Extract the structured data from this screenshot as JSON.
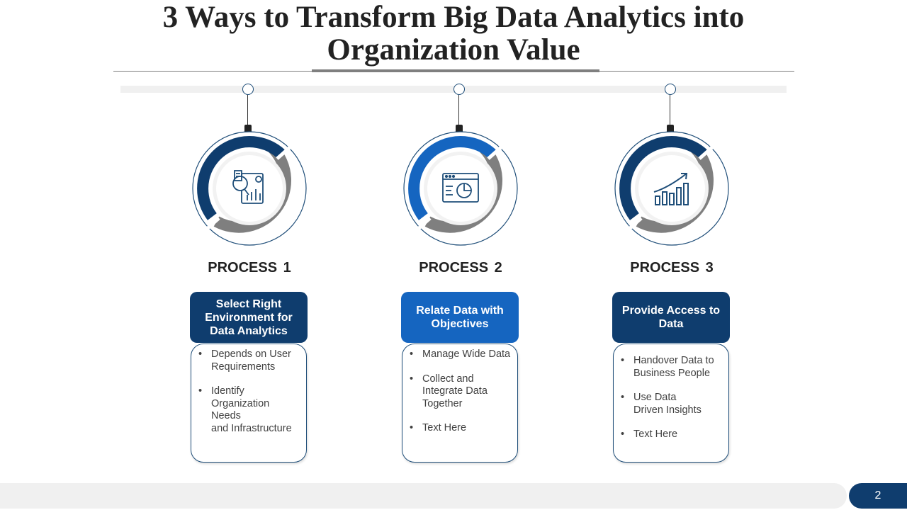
{
  "title": "3 Ways to Transform Big Data Analytics into Organization Value",
  "colors": {
    "dark_blue": "#0f3d6e",
    "medium_blue": "#1565c0",
    "ring_gray": "#7f7f7f",
    "rail_gray": "#f0f0f0"
  },
  "processes": [
    {
      "label": "PROCESS  1",
      "header": "Select Right Environment for Data Analytics",
      "header_color": "#0f3d6e",
      "icon": "data-analysis-chart-icon",
      "bullets": [
        "Depends on User Requirements",
        "Identify Organization Needs\n and Infrastructure"
      ]
    },
    {
      "label": "PROCESS  2",
      "header": "Relate Data with Objectives",
      "header_color": "#1565c0",
      "icon": "browser-pie-chart-icon",
      "bullets": [
        "Manage  Wide Data",
        "Collect and Integrate  Data Together",
        "Text Here"
      ]
    },
    {
      "label": "PROCESS  3",
      "header": "Provide Access to Data",
      "header_color": "#0f3d6e",
      "icon": "growth-bar-chart-icon",
      "bullets": [
        "Handover  Data to Business People",
        "Use Data\n Driven Insights",
        "Text Here"
      ]
    }
  ],
  "page_number": "2"
}
